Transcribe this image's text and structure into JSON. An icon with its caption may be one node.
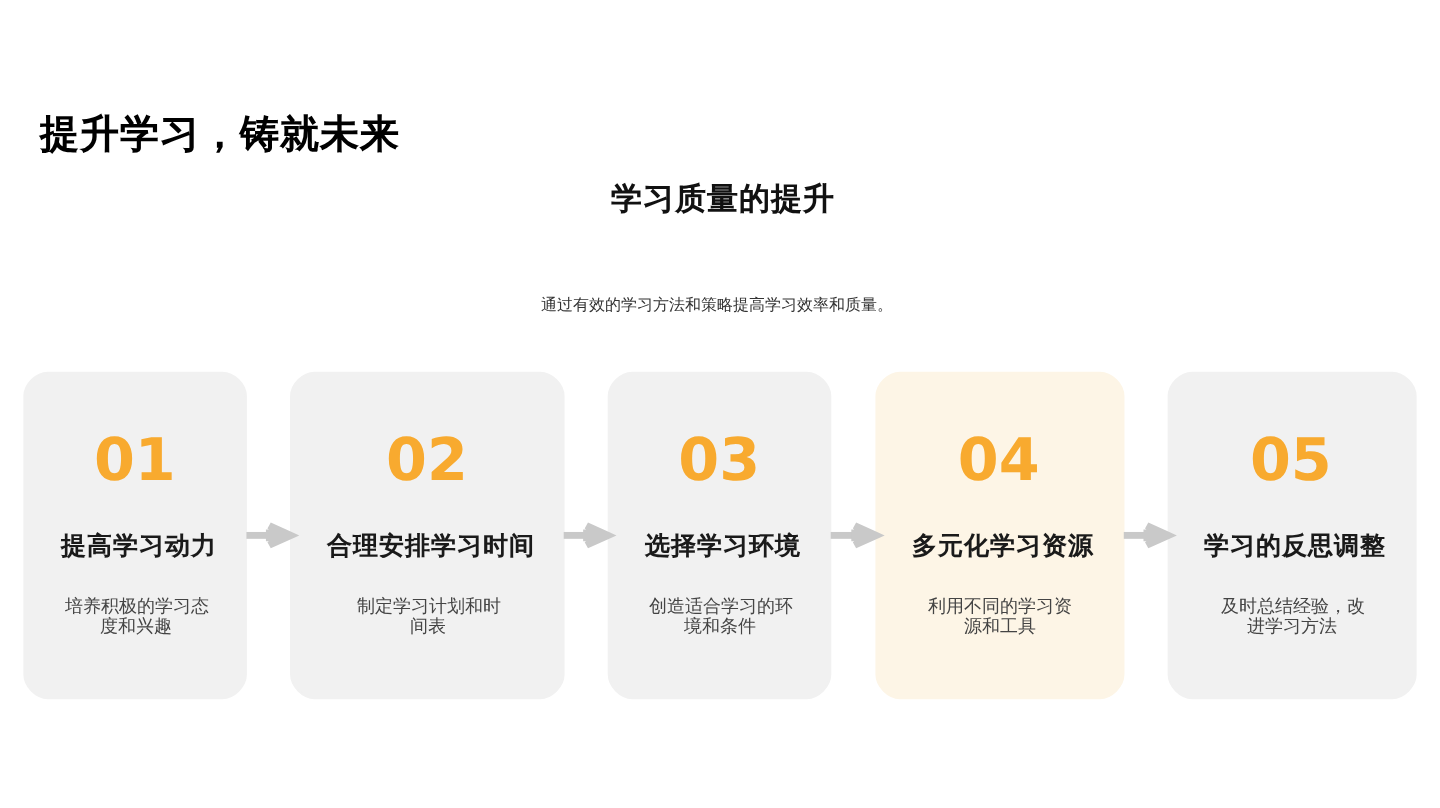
{
  "diagram": {
    "title": "提升学习，铸就未来",
    "nodes": [
      {
        "text": [
          "01",
          "提高学习动力",
          "培养积极的学习态度和兴趣"
        ]
      },
      {
        "text": [
          "02",
          "合理安排学习时间",
          "制定学习计划和时间表"
        ]
      },
      {
        "text": [
          "03",
          "选择学习环境",
          "创造适合学习的环境和条件"
        ]
      },
      {
        "text": [
          "04",
          "多元化学习资源",
          "利用不同的学习资源和工具"
        ]
      },
      {
        "text": [
          "05",
          "学习的反思调整",
          "及时总结经验，改进学习方法"
        ]
      }
    ],
    "edges": [
      {
        "from": 0,
        "to": 1,
        "arrow": "to"
      },
      {
        "from": 1,
        "to": 2,
        "arrow": "to"
      },
      {
        "from": 2,
        "to": 3,
        "arrow": "to"
      },
      {
        "from": 3,
        "to": 4,
        "arrow": "to"
      }
    ],
    "labels": [
      "学习质量的提升",
      "通过有效的学习方法和策略提高学习效率和质量。"
    ]
  }
}
